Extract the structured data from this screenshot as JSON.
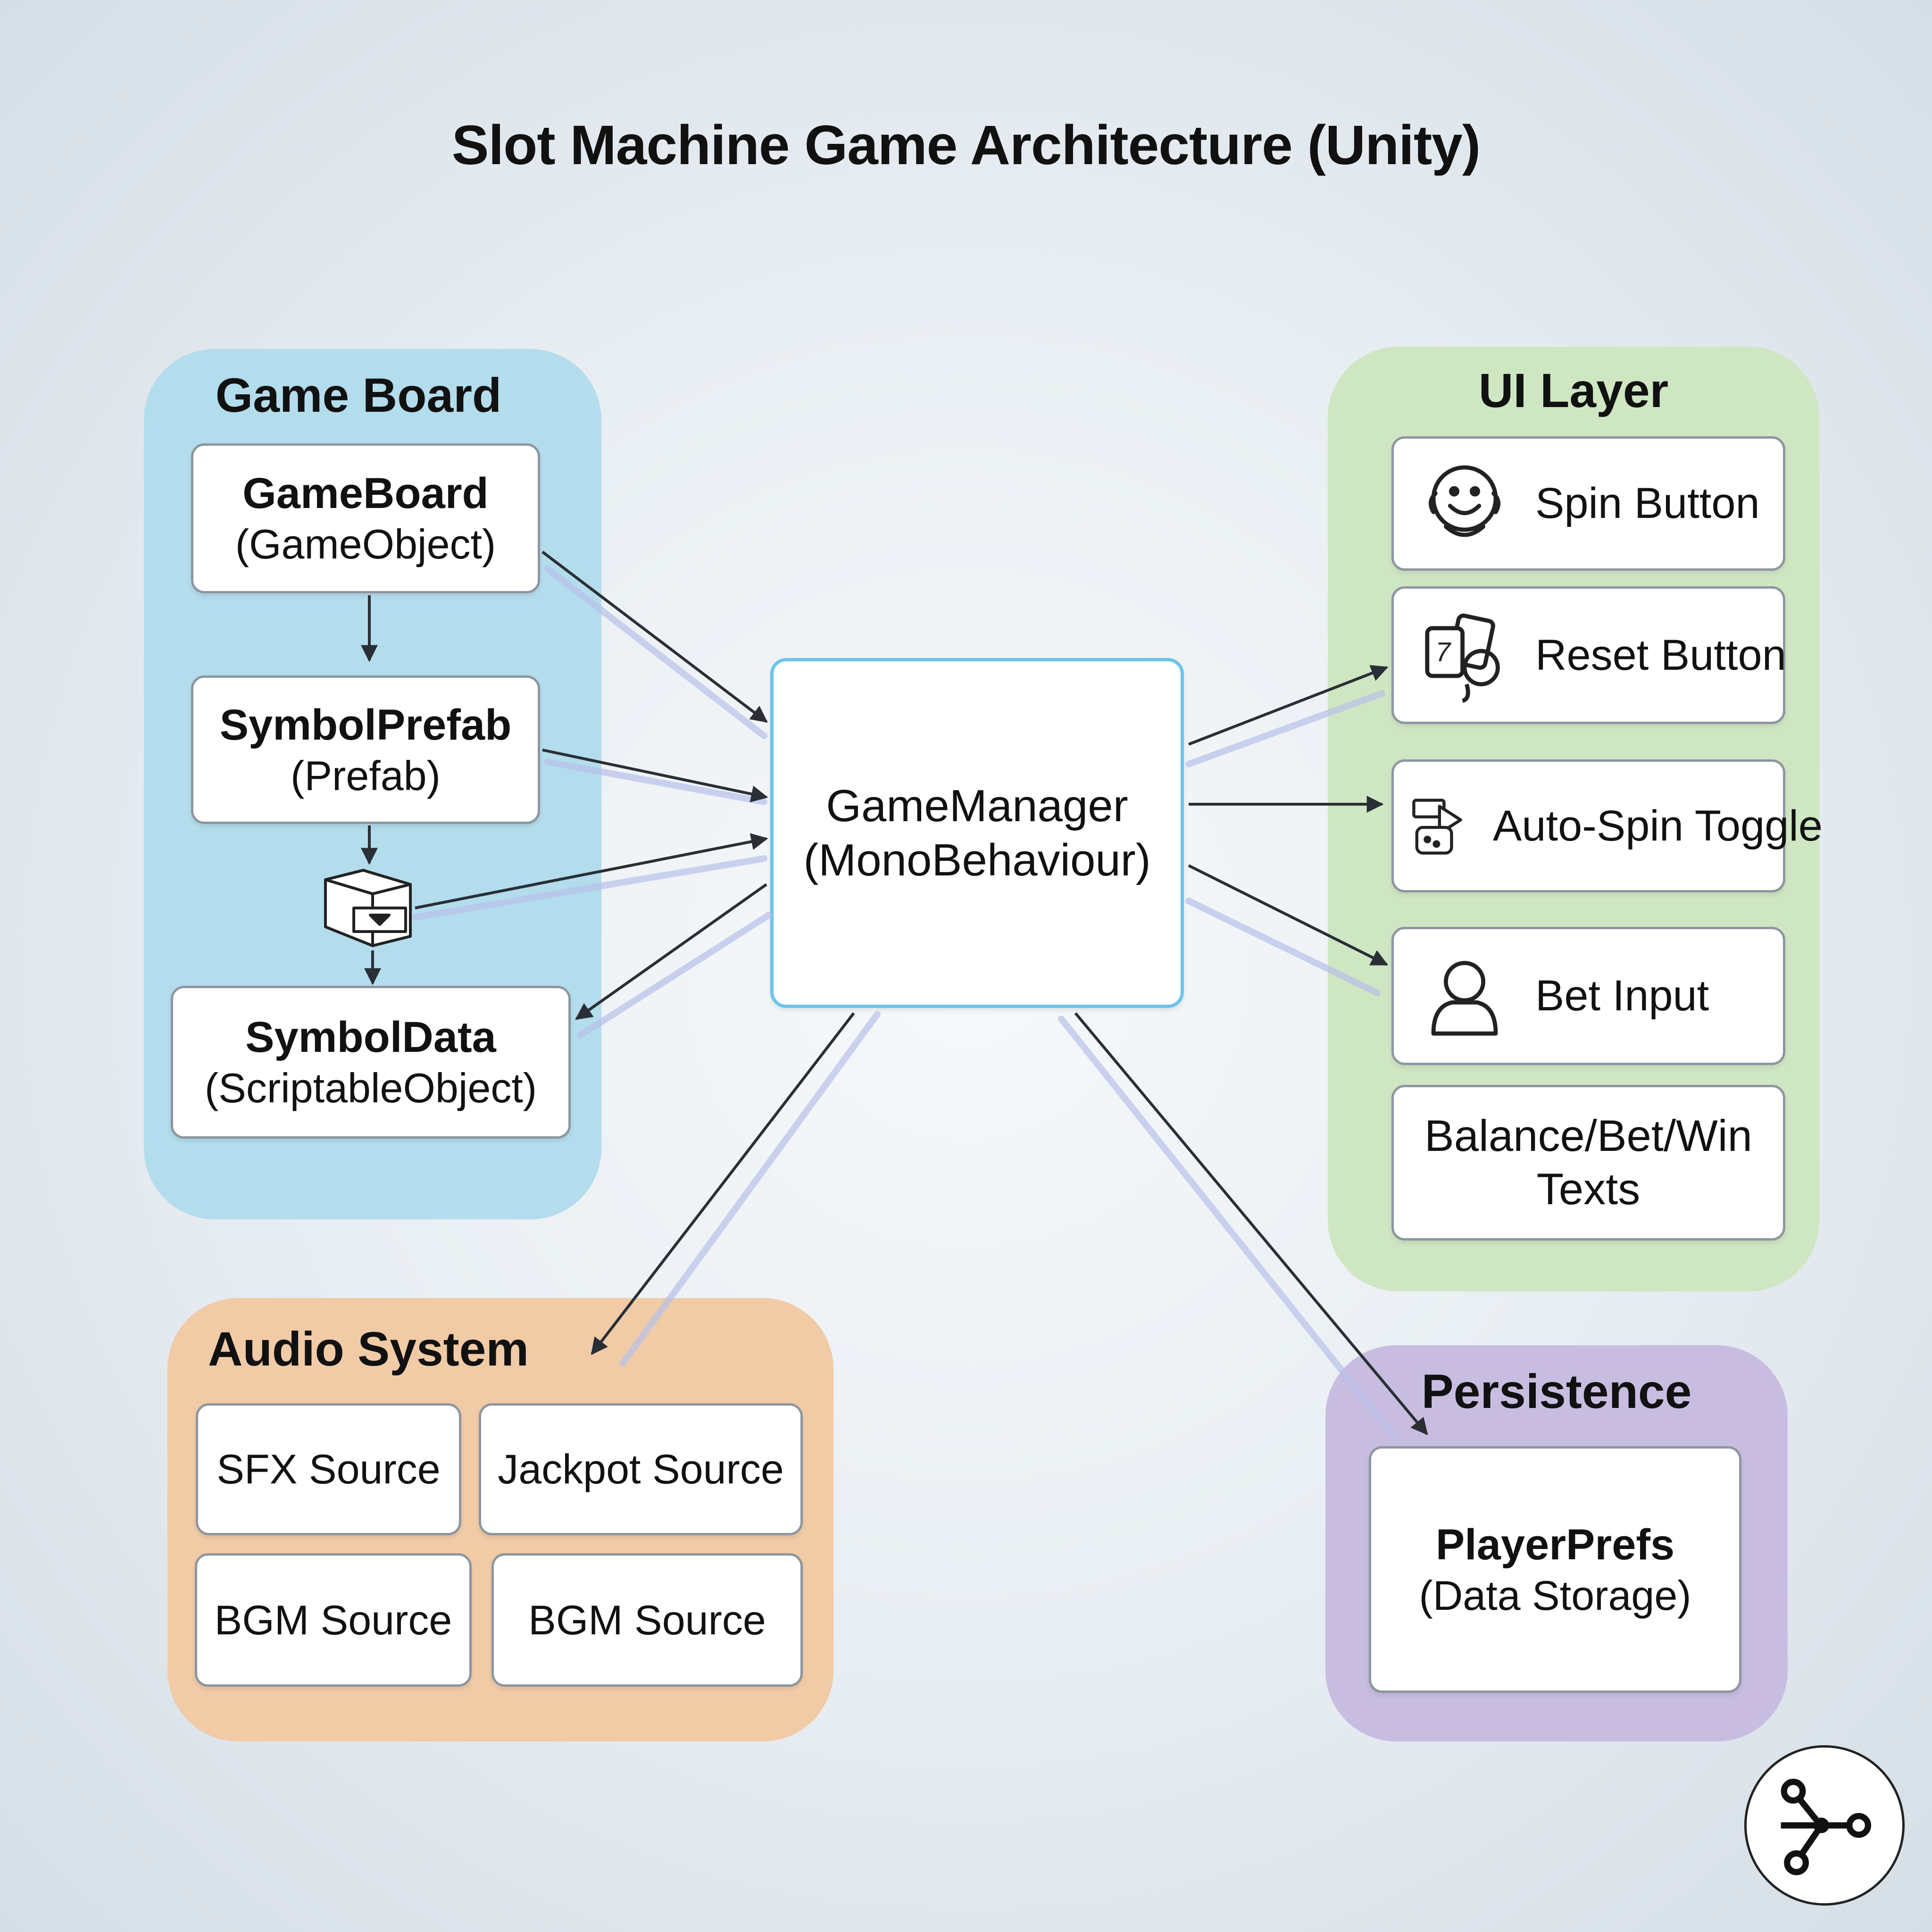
{
  "title": "Slot Machine Game Architecture (Unity)",
  "central": {
    "name": "GameManager",
    "type": "(MonoBehaviour)"
  },
  "game_board": {
    "title": "Game Board",
    "nodes": [
      {
        "name": "GameBoard",
        "type": "(GameObject)"
      },
      {
        "name": "SymbolPrefab",
        "type": "(Prefab)"
      },
      {
        "name": "SymbolData",
        "type": "(ScriptableObject)"
      }
    ],
    "intermediate_icon": "box-drawer-icon"
  },
  "ui_layer": {
    "title": "UI Layer",
    "items": [
      {
        "label": "Spin Button",
        "icon": "smiley-face-icon"
      },
      {
        "label": "Reset Button",
        "icon": "cards-refresh-icon"
      },
      {
        "label": "Auto-Spin Toggle",
        "icon": "toggle-shapes-icon"
      },
      {
        "label": "Bet Input",
        "icon": "user-icon"
      }
    ],
    "texts": {
      "line1": "Balance/Bet/Win",
      "line2": "Texts"
    }
  },
  "audio_system": {
    "title": "Audio System",
    "sources": [
      "SFX Source",
      "Jackpot Source",
      "BGM Source",
      "BGM Source"
    ]
  },
  "persistence": {
    "title": "Persistence",
    "node": {
      "name": "PlayerPrefs",
      "type": "(Data Storage)"
    }
  },
  "badge_icon": "network-graph-icon",
  "colors": {
    "game_board_bg": "#b3dcec",
    "ui_layer_bg": "#cfe6c3",
    "audio_bg": "#f0cba6",
    "persistence_bg": "#c8bde1",
    "central_border": "#6cc4ea",
    "arrow": "#2a2f36",
    "arrow_glow": "#b8c0ea"
  }
}
